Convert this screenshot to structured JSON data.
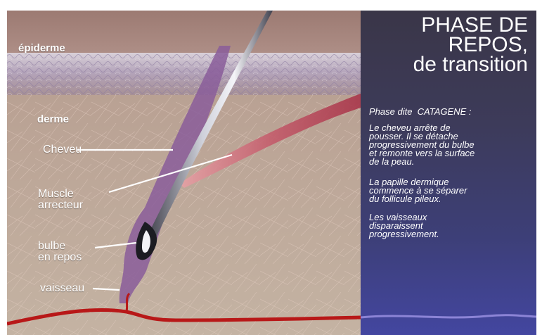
{
  "illustration": {
    "labels": {
      "epidermis": "épiderme",
      "dermis": "derme",
      "hair": "Cheveu",
      "muscle": "Muscle\narrecteur",
      "bulb": "bulbe\nen repos",
      "vessel": "vaisseau"
    },
    "colors": {
      "top_band": "#a88780",
      "epidermis": "#b9a3a6",
      "dermis": "#bba798",
      "vessel": "#b81818",
      "follicle": "#8a5d9a",
      "muscle": "#b7505f"
    }
  },
  "panel": {
    "title_lines": [
      "PHASE DE",
      "REPOS,",
      "de transition"
    ],
    "paragraphs": [
      [
        "Phase dite  CATAGENE :"
      ],
      [
        "Le cheveu arrête de",
        "pousser. Il se détache",
        "progressivement du bulbe",
        "et remonte vers la surface",
        "de la peau."
      ],
      [
        "La papille dermique",
        "commence à se séparer",
        "du follicule pileux."
      ],
      [
        "Les vaisseaux",
        "disparaissent",
        "progressivement."
      ]
    ],
    "colors": {
      "top": "#3a3648",
      "bottom": "#4346a0",
      "vessel_line": "#8c84d6"
    }
  }
}
